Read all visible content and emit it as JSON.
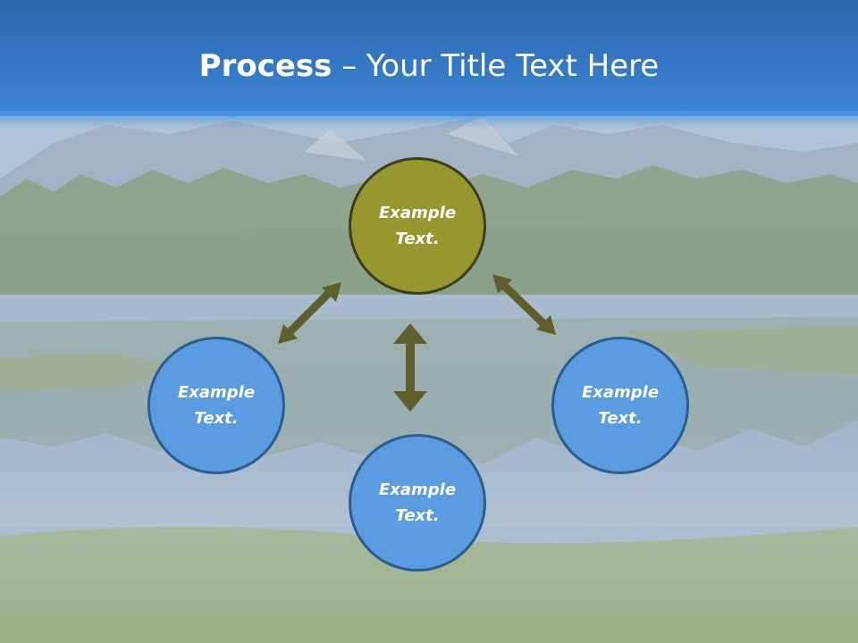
{
  "title": {
    "bold": "Process",
    "dash": "–",
    "rest": "Your Title Text Here"
  },
  "nodes": {
    "top": {
      "line1": "Example",
      "line2": "Text."
    },
    "left": {
      "line1": "Example",
      "line2": "Text."
    },
    "right": {
      "line1": "Example",
      "line2": "Text."
    },
    "bottom": {
      "line1": "Example",
      "line2": "Text."
    }
  },
  "colors": {
    "header": "#3579c5",
    "center_node": "#97972f",
    "center_border": "#3e3d1b",
    "outer_node": "#5b9be0",
    "outer_border": "#2b5d8e",
    "arrow": "#5e5f2a"
  }
}
